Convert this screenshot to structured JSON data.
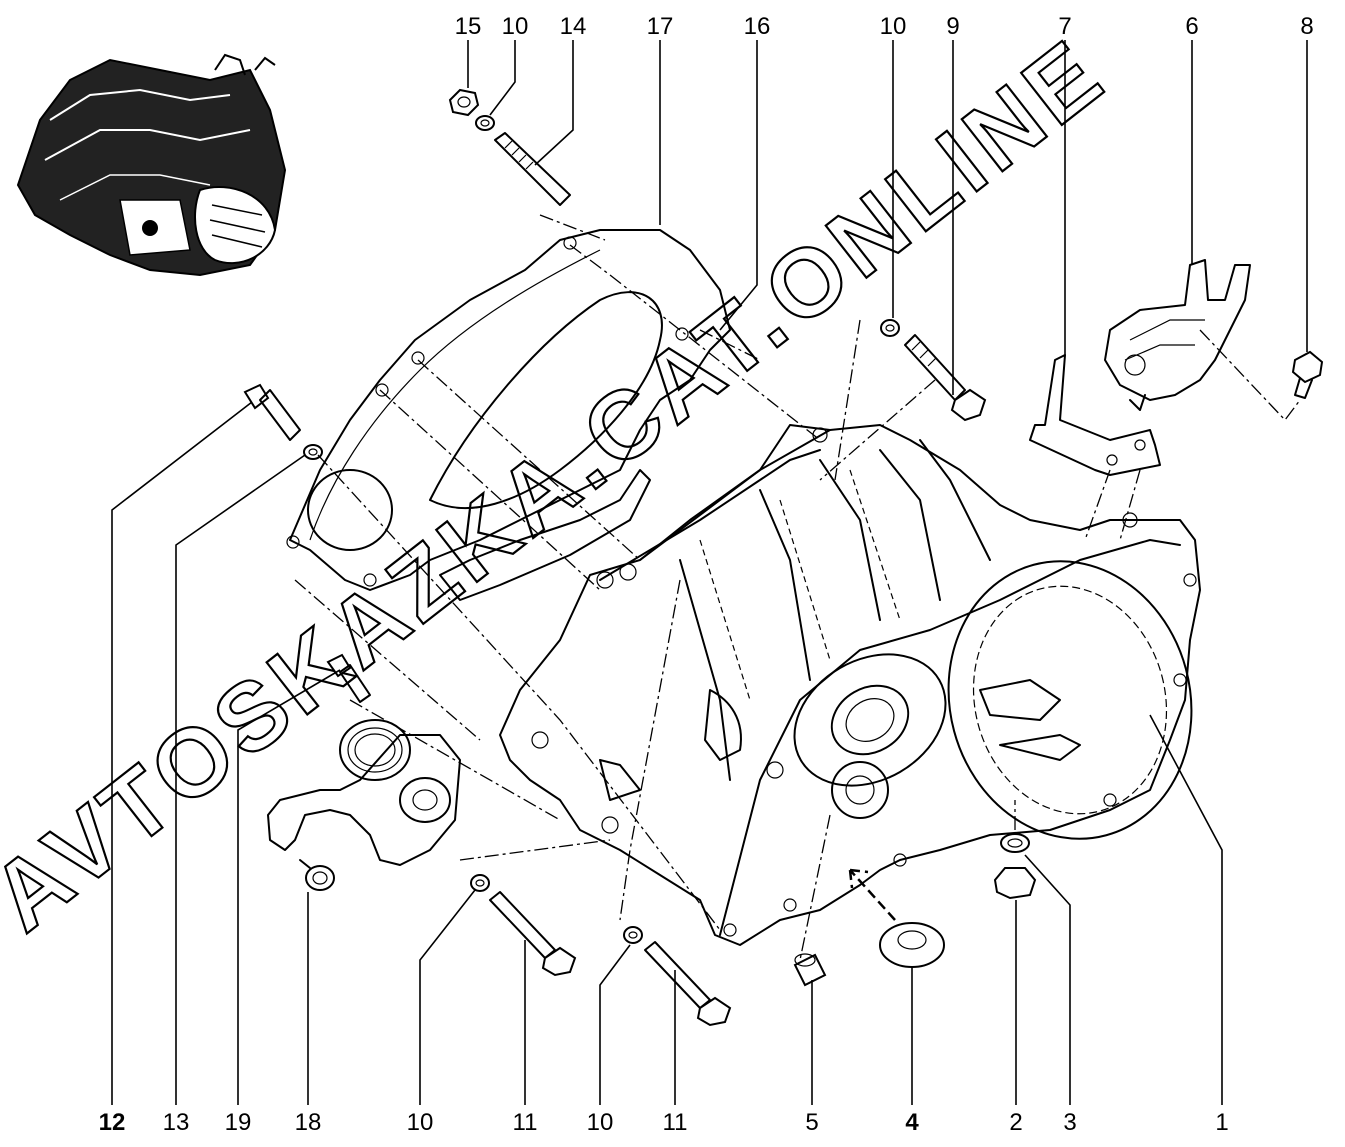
{
  "watermark": "AVTOSKAZKA.CAT.ONLINE",
  "callouts": {
    "c15": "15",
    "c10a": "10",
    "c14": "14",
    "c17": "17",
    "c16": "16",
    "c10b": "10",
    "c9": "9",
    "c7": "7",
    "c6": "6",
    "c8": "8",
    "b12": "12",
    "b13": "13",
    "b19": "19",
    "b18": "18",
    "b10a": "10",
    "b11a": "11",
    "b10b": "10",
    "b11b": "11",
    "b5": "5",
    "b4": "4",
    "b2": "2",
    "b3": "3",
    "b1": "1"
  }
}
